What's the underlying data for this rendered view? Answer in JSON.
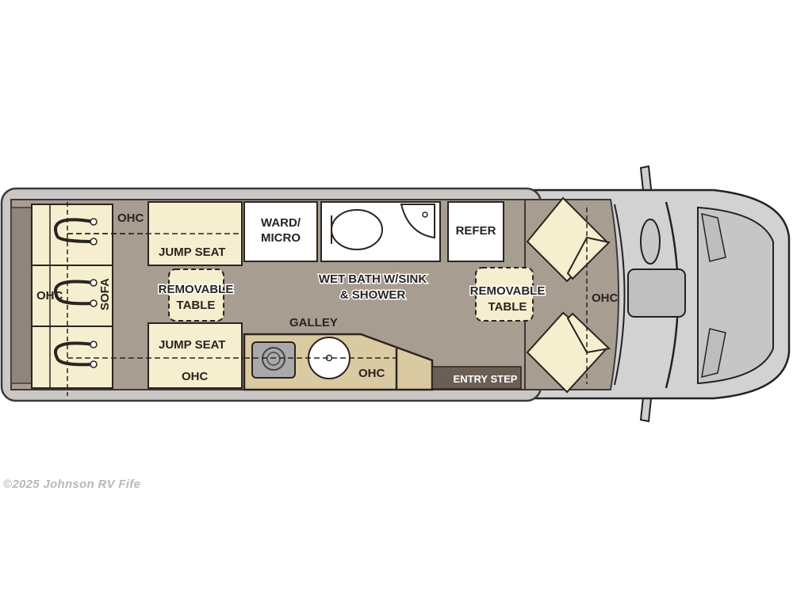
{
  "floorplan": {
    "labels": {
      "ohc_rear_top": "OHC",
      "ohc_sofa": "OHC",
      "sofa": "SOFA",
      "jump_seat_top": "JUMP SEAT",
      "jump_seat_bottom": "JUMP SEAT",
      "ohc_jump_bottom": "OHC",
      "removable_table_left_1": "REMOVABLE",
      "removable_table_left_2": "TABLE",
      "ward_micro_1": "WARD/",
      "ward_micro_2": "MICRO",
      "refer": "REFER",
      "wet_bath_1": "WET BATH W/SINK",
      "wet_bath_2": "& SHOWER",
      "galley": "GALLEY",
      "ohc_galley": "OHC",
      "entry_step": "ENTRY STEP",
      "removable_table_right_1": "REMOVABLE",
      "removable_table_right_2": "TABLE",
      "ohc_cab": "OHC"
    },
    "colors": {
      "floor": "#a89d91",
      "cream": "#f6efcf",
      "body": "#cac7c4",
      "entry_step": "#6b5e54"
    }
  },
  "footer": {
    "copyright": "©2025 Johnson RV Fife"
  }
}
